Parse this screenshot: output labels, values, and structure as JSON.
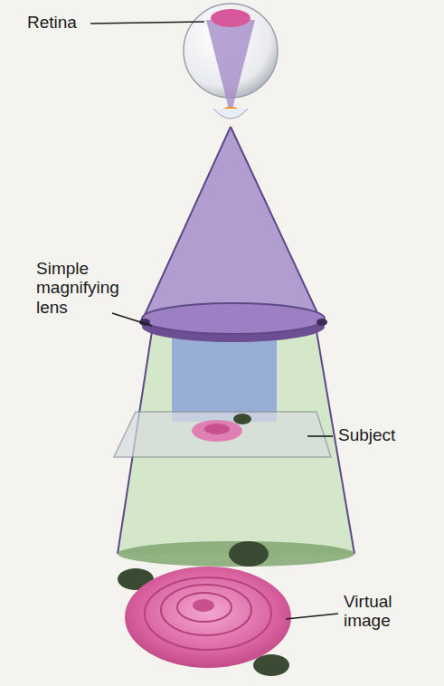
{
  "diagram": {
    "labels": [
      "Retina",
      "Simple magnifying lens",
      "Subject",
      "Virtual image"
    ]
  }
}
